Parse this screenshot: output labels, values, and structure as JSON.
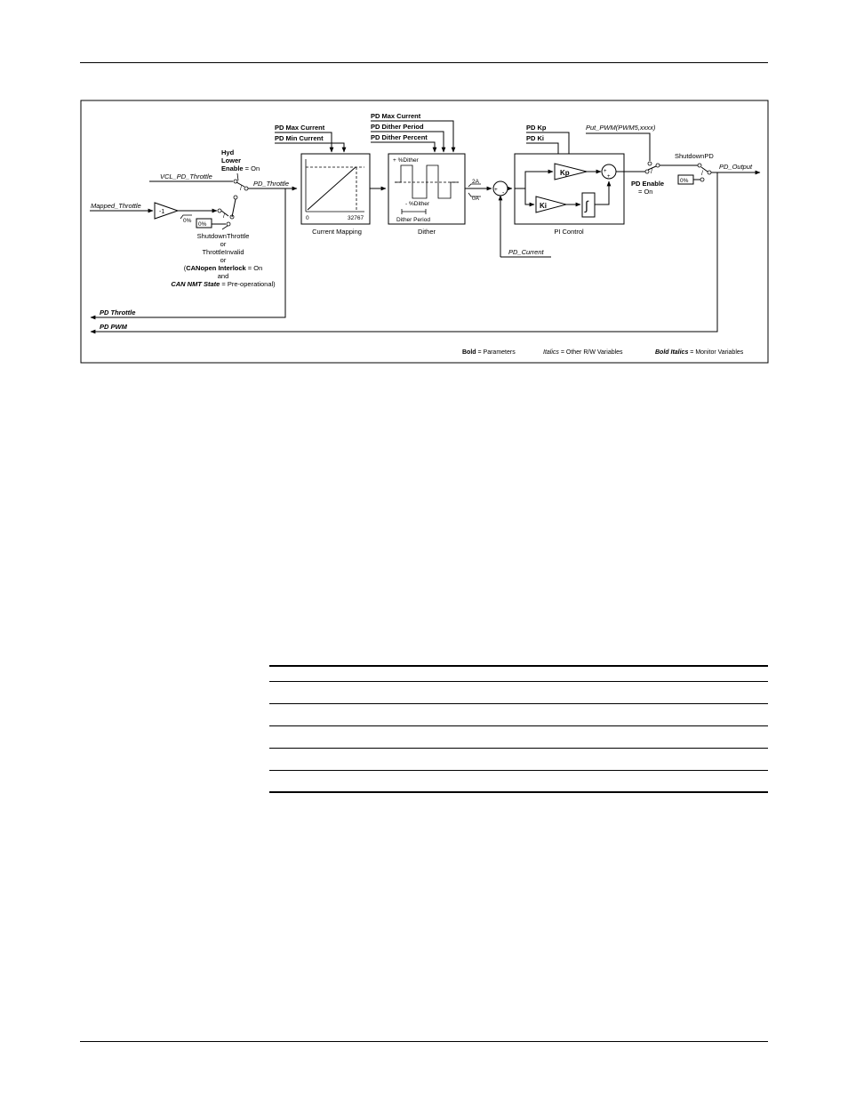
{
  "diagram": {
    "inputs": {
      "mapped_throttle": "Mapped_Throttle",
      "vcl_pd_throttle": "VCL_PD_Throttle",
      "pd_throttle_signal": "PD_Throttle",
      "pd_current": "PD_Current",
      "put_pwm": "Put_PWM(PWM5,xxxx)",
      "pd_output": "PD_Output"
    },
    "invert_gain": "-1",
    "zero_pct": "0%",
    "hyd_lower": {
      "line1": "Hyd",
      "line2": "Lower",
      "line3_bold": "Enable",
      "line3_rest": " = On"
    },
    "shutdown_condition": {
      "l1": "ShutdownThrottle",
      "l2": "or",
      "l3": "ThrottleInvalid",
      "l4": "or",
      "l5_open": "(",
      "l5_bold": "CANopen Interlock",
      "l5_rest": " = On",
      "l6": "and",
      "l7_bolditalic": "CAN NMT State",
      "l7_rest": " = Pre-operational)"
    },
    "params_current_mapping": [
      "PD Max Current",
      "PD Min Current"
    ],
    "params_dither": [
      "PD Max Current",
      "PD Dither Period",
      "PD Dither Percent"
    ],
    "params_pi": [
      "PD Kp",
      "PD Ki"
    ],
    "current_mapping": {
      "label": "Current Mapping",
      "x_min": "0",
      "x_max": "32767"
    },
    "dither": {
      "label": "Dither",
      "plus": "+ %Dither",
      "minus": "- %Dither",
      "period": "Dither Period"
    },
    "limiter": {
      "high": "2A",
      "low": "0A"
    },
    "summer": {
      "plus": "+",
      "minus": "-"
    },
    "pi_control": {
      "label": "PI Control",
      "kp": "Kp",
      "ki": "Ki",
      "plus1": "+",
      "plus2": "+"
    },
    "pd_enable": {
      "bold": "PD Enable",
      "rest": "= On"
    },
    "shutdown_pd": "ShutdownPD",
    "outputs": {
      "pd_throttle": "PD Throttle",
      "pd_pwm": "PD PWM"
    },
    "legend": {
      "bold": "Bold",
      "bold_desc": " = Parameters",
      "italics": "Italics",
      "italics_desc": " = Other R/W Variables",
      "bold_italics": "Bold Italics",
      "bold_italics_desc": " = Monitor Variables"
    }
  }
}
